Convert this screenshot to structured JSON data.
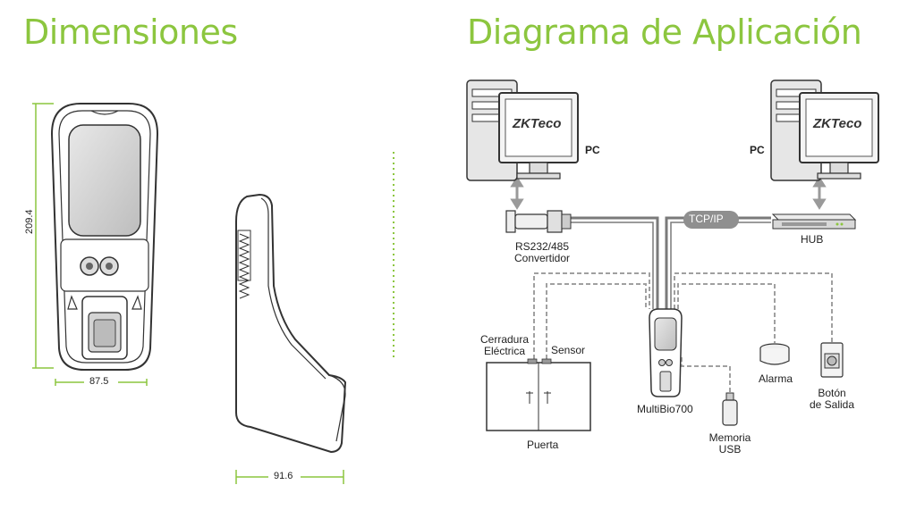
{
  "headings": {
    "dimensions": "Dimensiones",
    "application": "Diagrama de Aplicación"
  },
  "dimensions": {
    "height": "209.4",
    "width_front": "87.5",
    "width_side": "91.6"
  },
  "diagram": {
    "pc_left": "PC",
    "pc_right": "PC",
    "brand": "ZKTeco",
    "protocol": "TCP/IP",
    "hub": "HUB",
    "converter_line1": "RS232/485",
    "converter_line2": "Convertidor",
    "lock_line1": "Cerradura",
    "lock_line2": "Eléctrica",
    "sensor": "Sensor",
    "door": "Puerta",
    "device": "MultiBio700",
    "usb_line1": "Memoria",
    "usb_line2": "USB",
    "alarm": "Alarma",
    "exit_line1": "Botón",
    "exit_line2": "de Salida"
  },
  "colors": {
    "accent": "#8cc63f",
    "dimension_line": "#8cc63f",
    "cable": "#7a7a7a",
    "dashed": "#999999"
  }
}
